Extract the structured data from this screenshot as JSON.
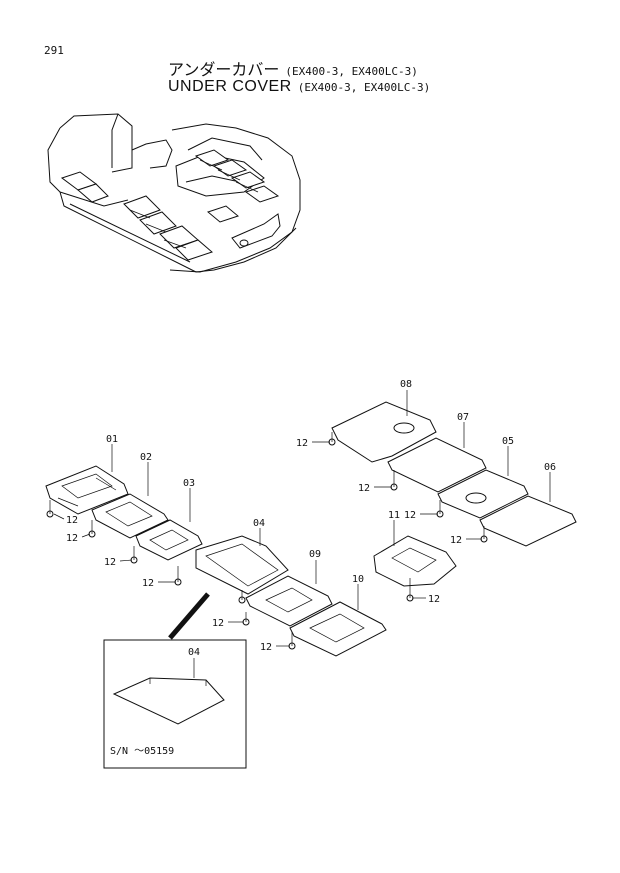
{
  "page_number": "291",
  "title_jp": "アンダーカバー",
  "title_en": "UNDER COVER",
  "models": "(EX400-3, EX400LC-3)",
  "parts": {
    "p01": "01",
    "p02": "02",
    "p03": "03",
    "p04": "04",
    "p05": "05",
    "p06": "06",
    "p07": "07",
    "p08": "08",
    "p09": "09",
    "p10": "10",
    "p11": "11",
    "bolt": "12"
  },
  "inset": {
    "part": "04",
    "serial_note": "S/N ～05159"
  }
}
